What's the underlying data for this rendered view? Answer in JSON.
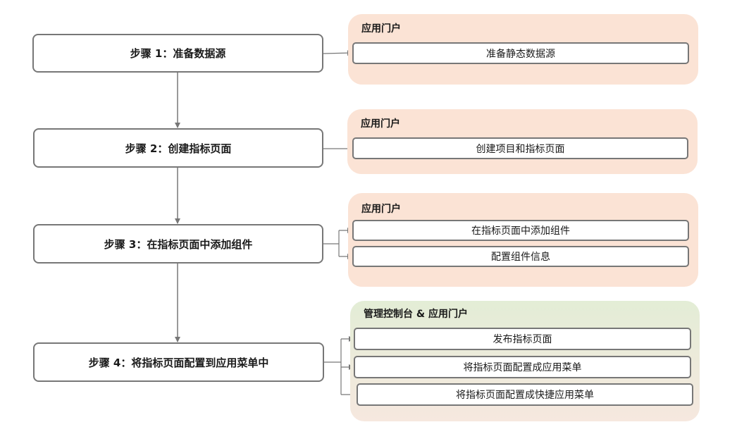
{
  "steps": [
    {
      "label": "步骤 1：准备数据源"
    },
    {
      "label": "步骤 2：创建指标页面"
    },
    {
      "label": "步骤 3：在指标页面中添加组件"
    },
    {
      "label": "步骤 4：将指标页面配置到应用菜单中"
    }
  ],
  "panels": [
    {
      "title": "应用门户",
      "items": [
        "准备静态数据源"
      ]
    },
    {
      "title": "应用门户",
      "items": [
        "创建项目和指标页面"
      ]
    },
    {
      "title": "应用门户",
      "items": [
        "在指标页面中添加组件",
        "配置组件信息"
      ]
    },
    {
      "title": "管理控制台 & 应用门户",
      "items": [
        "发布指标页面",
        "将指标页面配置成应用菜单",
        "将指标页面配置成快捷应用菜单"
      ]
    }
  ]
}
